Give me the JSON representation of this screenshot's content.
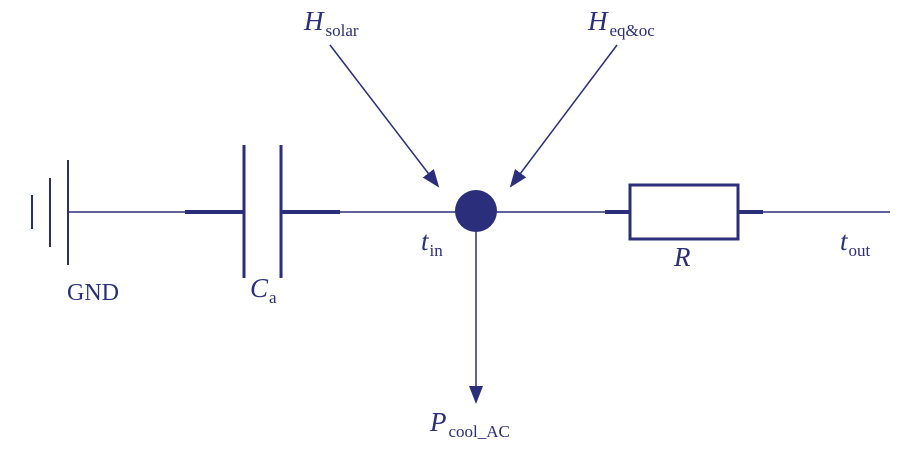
{
  "diagram": {
    "color": "#2b2e7a",
    "labels": {
      "h_solar": {
        "main": "H",
        "sub": "solar"
      },
      "h_eq": {
        "main": "H",
        "sub": "eq&oc"
      },
      "t_in": {
        "main": "t",
        "sub": "in"
      },
      "t_out": {
        "main": "t",
        "sub": "out"
      },
      "gnd": "GND",
      "c_a": {
        "main": "C",
        "sub": "a"
      },
      "r": "R",
      "p_cool": {
        "main": "P",
        "sub": "cool_AC"
      }
    }
  }
}
